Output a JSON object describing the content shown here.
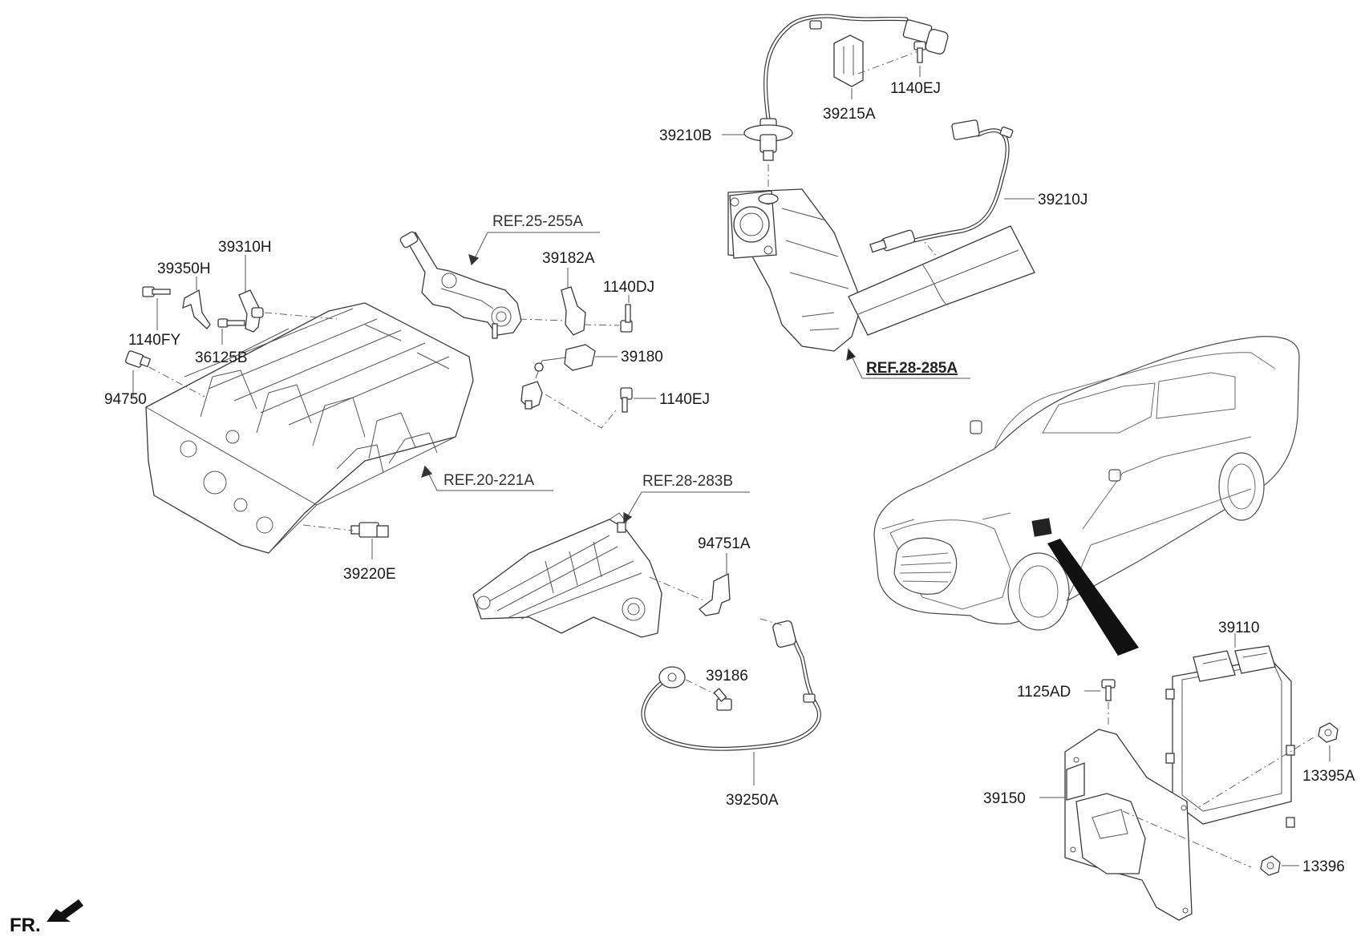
{
  "labels": {
    "p39310H": "39310H",
    "p39350H": "39350H",
    "p1140FY": "1140FY",
    "p36125B": "36125B",
    "p94750": "94750",
    "p39220E": "39220E",
    "pRef20_221A": "REF.20-221A",
    "pRef25_255A": "REF.25-255A",
    "p39182A": "39182A",
    "p1140DJ": "1140DJ",
    "p39180": "39180",
    "p1140EJ_lower": "1140EJ",
    "p39210B": "39210B",
    "p39215A": "39215A",
    "p1140EJ_upper": "1140EJ",
    "p39210J": "39210J",
    "pRef28_285A": "REF.28-285A",
    "pRef28_283B": "REF.28-283B",
    "p94751A": "94751A",
    "p39186": "39186",
    "p39250A": "39250A",
    "p39110": "39110",
    "p1125AD": "1125AD",
    "p13395A": "13395A",
    "p39150": "39150",
    "p13396": "13396"
  },
  "direction": {
    "text": "FR.",
    "icon": "front-direction-arrow-icon"
  }
}
